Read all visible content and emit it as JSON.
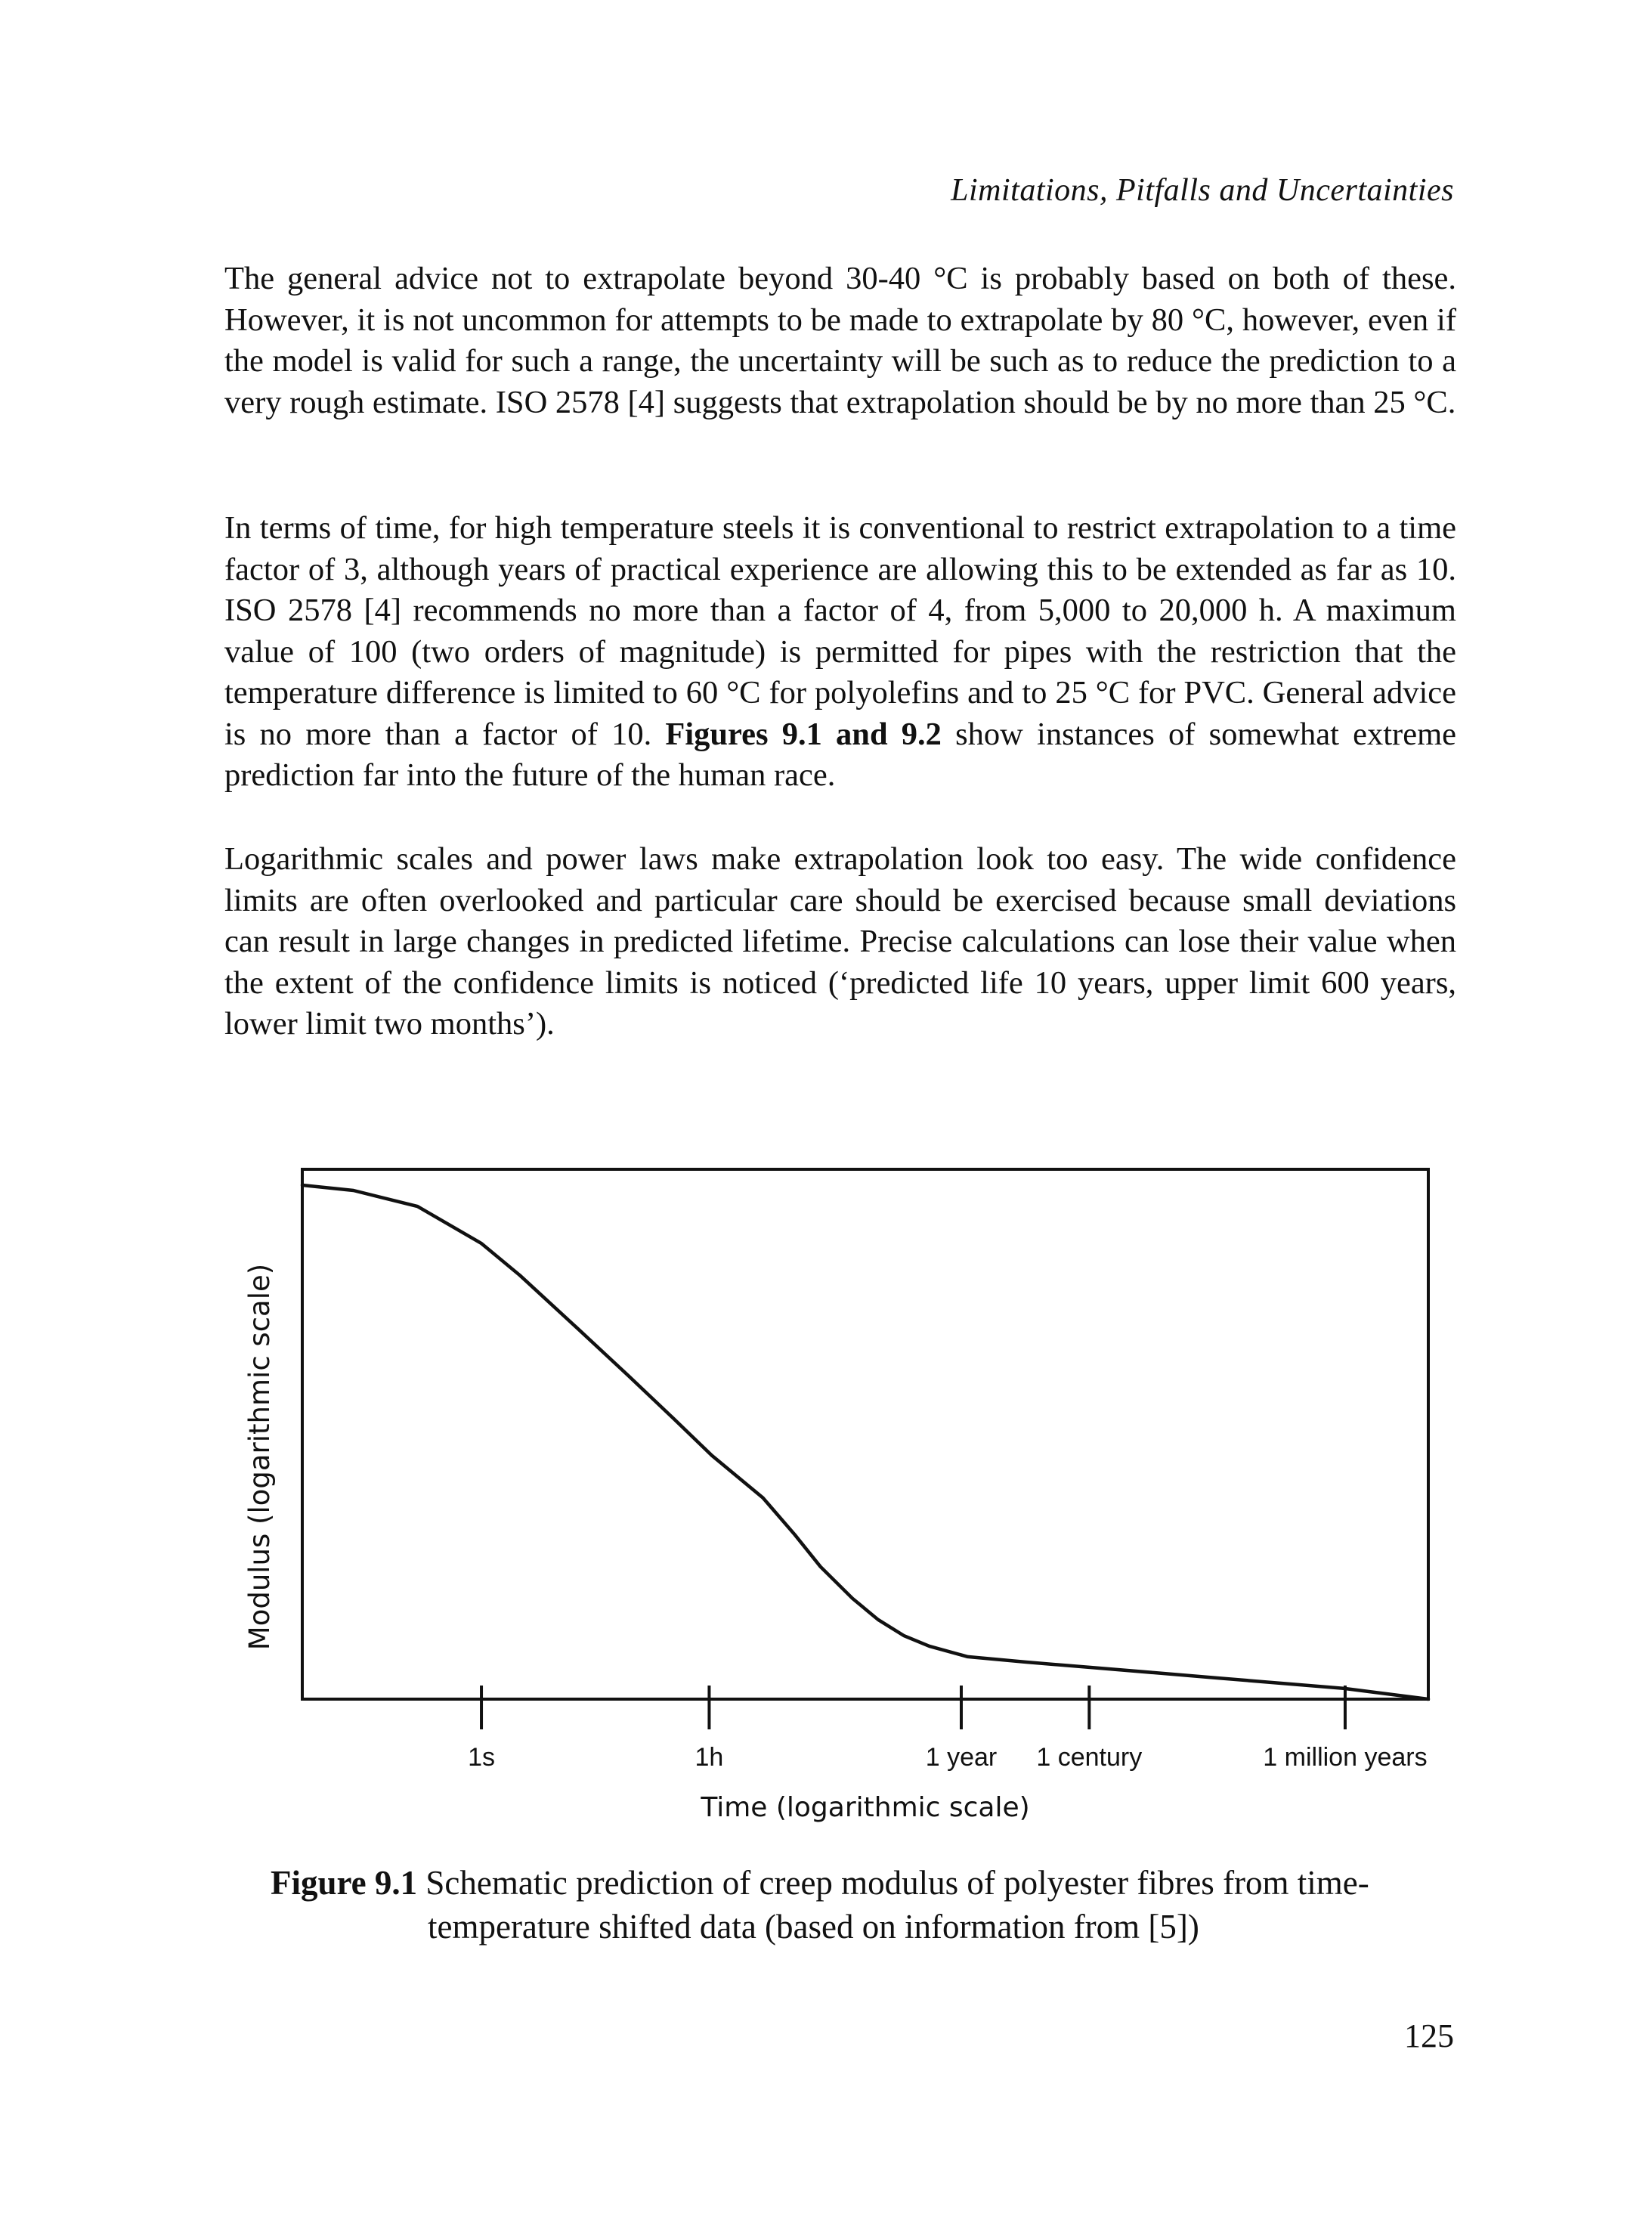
{
  "header": {
    "running_head": "Limitations, Pitfalls and Uncertainties"
  },
  "paragraphs": [
    [
      {
        "t": "The general advice not to extrapolate beyond 30-40 °C is probably based on both of these. However, it is not uncommon for attempts to be made to extrapolate by 80 °C, however, even if the model is valid for such a range, the uncertainty will be such as to reduce the prediction to a very rough estimate. ISO 2578 [4] suggests that extrapolation should be by no more than 25 °C."
      }
    ],
    [
      {
        "t": "In terms of time, for high temperature steels it is conventional to restrict extrapolation to a time factor of 3, although years of practical experience are allowing this to be extended as far as 10. ISO 2578 [4] recommends no more than a factor of 4, from 5,000 to 20,000 h. A maximum value of 100 (two orders of magnitude) is permitted for pipes with the restriction that the temperature difference is limited to 60 °C for polyolefins and to 25 °C for PVC. General advice is no more than a factor of 10. "
      },
      {
        "t": "Figures 9.1 and 9.2",
        "b": true
      },
      {
        "t": " show instances of somewhat extreme prediction far into the future of the human race."
      }
    ],
    [
      {
        "t": "Logarithmic scales and power laws make extrapolation look too easy. The wide confidence limits are often overlooked and particular care should be exercised because small deviations can result in large changes in predicted lifetime. Precise calculations can lose their value when the extent of the confidence limits is noticed (‘predicted life 10 years, upper limit 600 years, lower limit two months’)."
      }
    ]
  ],
  "figure": {
    "caption_label": "Figure 9.1",
    "caption_line1": " Schematic prediction of creep modulus of polyester fibres from time-",
    "caption_line2": "temperature shifted data (based on information from [5])"
  },
  "page_number": "125",
  "chart_data": {
    "type": "line",
    "title": "",
    "xlabel": "Time (logarithmic scale)",
    "ylabel": "Modulus (logarithmic scale)",
    "x_scale": "log",
    "y_scale": "log",
    "grid": false,
    "x_ticks": [
      {
        "label": "1s",
        "log10_seconds": 0
      },
      {
        "label": "1h",
        "log10_seconds": 3.56
      },
      {
        "label": "1 year",
        "log10_seconds": 7.5
      },
      {
        "label": "1 century",
        "log10_seconds": 9.5
      },
      {
        "label": "1 million years",
        "log10_seconds": 13.5
      }
    ],
    "xlim_log10_seconds": [
      -2.8,
      14.8
    ],
    "ylim_relative": [
      0,
      1
    ],
    "series": [
      {
        "x_log10_seconds": [
          -2.8,
          -2.0,
          -1.0,
          0.0,
          0.6,
          1.5,
          2.3,
          3.0,
          3.6,
          4.4,
          4.9,
          5.3,
          5.8,
          6.2,
          6.6,
          7.0,
          7.6,
          8.5,
          9.5,
          10.5,
          11.5,
          12.5,
          13.5,
          14.8
        ],
        "y_relative": [
          0.97,
          0.96,
          0.93,
          0.86,
          0.8,
          0.7,
          0.61,
          0.53,
          0.46,
          0.38,
          0.31,
          0.25,
          0.19,
          0.15,
          0.12,
          0.1,
          0.08,
          0.07,
          0.06,
          0.05,
          0.04,
          0.03,
          0.02,
          0.0
        ]
      }
    ]
  }
}
